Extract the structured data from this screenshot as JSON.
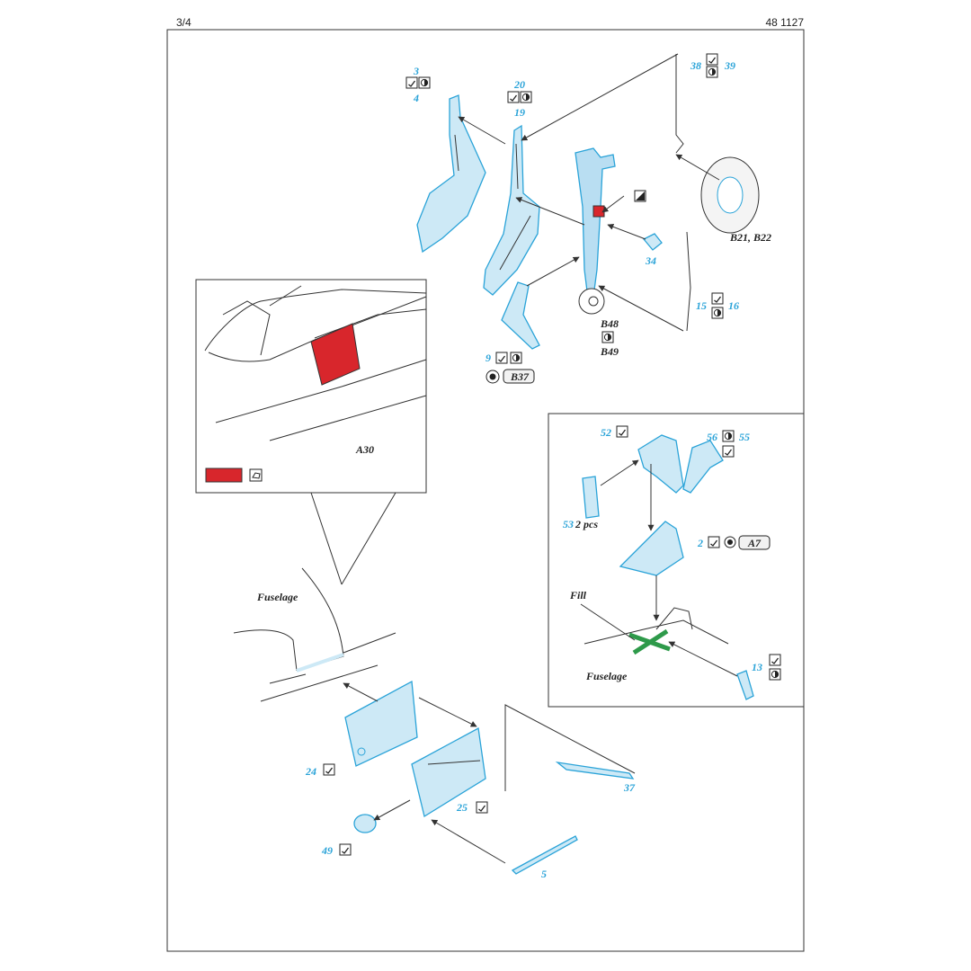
{
  "header": {
    "page": "3/4",
    "code": "48 1127"
  },
  "labels": {
    "fuselage_main": "Fuselage",
    "fuselage_inset": "Fuselage",
    "fill": "Fill",
    "a30": "A30",
    "b21_b22": "B21, B22",
    "b48": "B48",
    "b49": "B49",
    "b37": "B37",
    "a7": "A7",
    "pcs": "2 pcs"
  },
  "parts": {
    "p3": "3",
    "p4": "4",
    "p20": "20",
    "p19": "19",
    "p38": "38",
    "p39": "39",
    "p34": "34",
    "p15": "15",
    "p16": "16",
    "p9": "9",
    "p52": "52",
    "p56": "56",
    "p55": "55",
    "p53": "53",
    "p2": "2",
    "p13": "13",
    "p24": "24",
    "p25": "25",
    "p37": "37",
    "p49": "49",
    "p5": "5"
  },
  "colors": {
    "part_blue": "#2aa3d8",
    "part_fill": "#cde9f6",
    "paint_red": "#d8262c",
    "fill_green": "#2e9a4a"
  },
  "icons": [
    "bend-icon",
    "round-icon",
    "paint-icon",
    "remove-icon",
    "glue-icon"
  ]
}
